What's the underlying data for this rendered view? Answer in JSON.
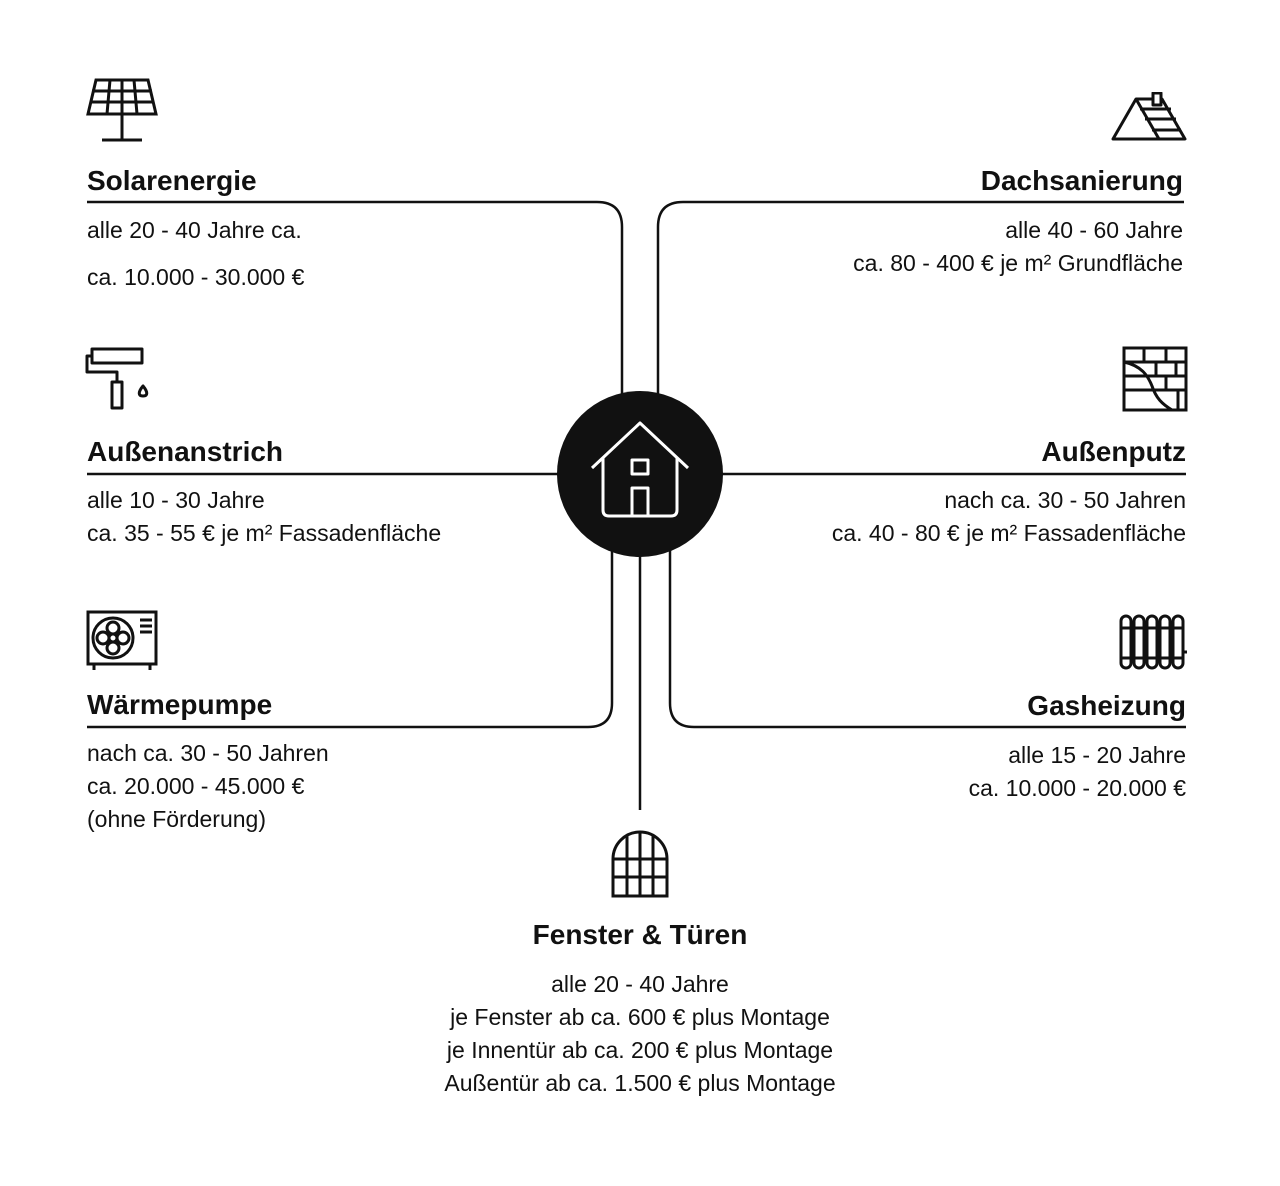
{
  "center": {
    "icon": "house-icon"
  },
  "sections": {
    "solar": {
      "icon": "solar-panel-icon",
      "title": "Solarenergie",
      "lines": [
        "alle 20 - 40 Jahre ca.",
        "ca. 10.000 - 30.000 €"
      ]
    },
    "roof": {
      "icon": "roof-icon",
      "title": "Dachsanierung",
      "lines": [
        "alle 40 - 60 Jahre",
        "ca. 80 - 400 € je m² Grundfläche"
      ]
    },
    "paint": {
      "icon": "paint-roller-icon",
      "title": "Außenanstrich",
      "lines": [
        "alle 10 - 30 Jahre",
        "ca. 35 - 55 € je m² Fassadenfläche"
      ]
    },
    "plaster": {
      "icon": "brick-wall-icon",
      "title": "Außenputz",
      "lines": [
        "nach ca. 30 - 50 Jahren",
        "ca. 40 - 80 € je m² Fassadenfläche"
      ]
    },
    "heatpump": {
      "icon": "heat-pump-icon",
      "title": "Wärmepumpe",
      "lines": [
        "nach ca. 30 - 50 Jahren",
        "ca. 20.000 - 45.000 €",
        "(ohne Förderung)"
      ]
    },
    "gas": {
      "icon": "radiator-icon",
      "title": "Gasheizung",
      "lines": [
        "alle 15 - 20 Jahre",
        "ca. 10.000 - 20.000 €"
      ]
    },
    "windows": {
      "icon": "arched-window-icon",
      "title": "Fenster & Türen",
      "lines": [
        "alle 20 - 40 Jahre",
        "je Fenster ab ca. 600 € plus Montage",
        "je Innentür ab ca. 200 € plus Montage",
        "Außentür ab ca. 1.500 € plus Montage"
      ]
    }
  }
}
